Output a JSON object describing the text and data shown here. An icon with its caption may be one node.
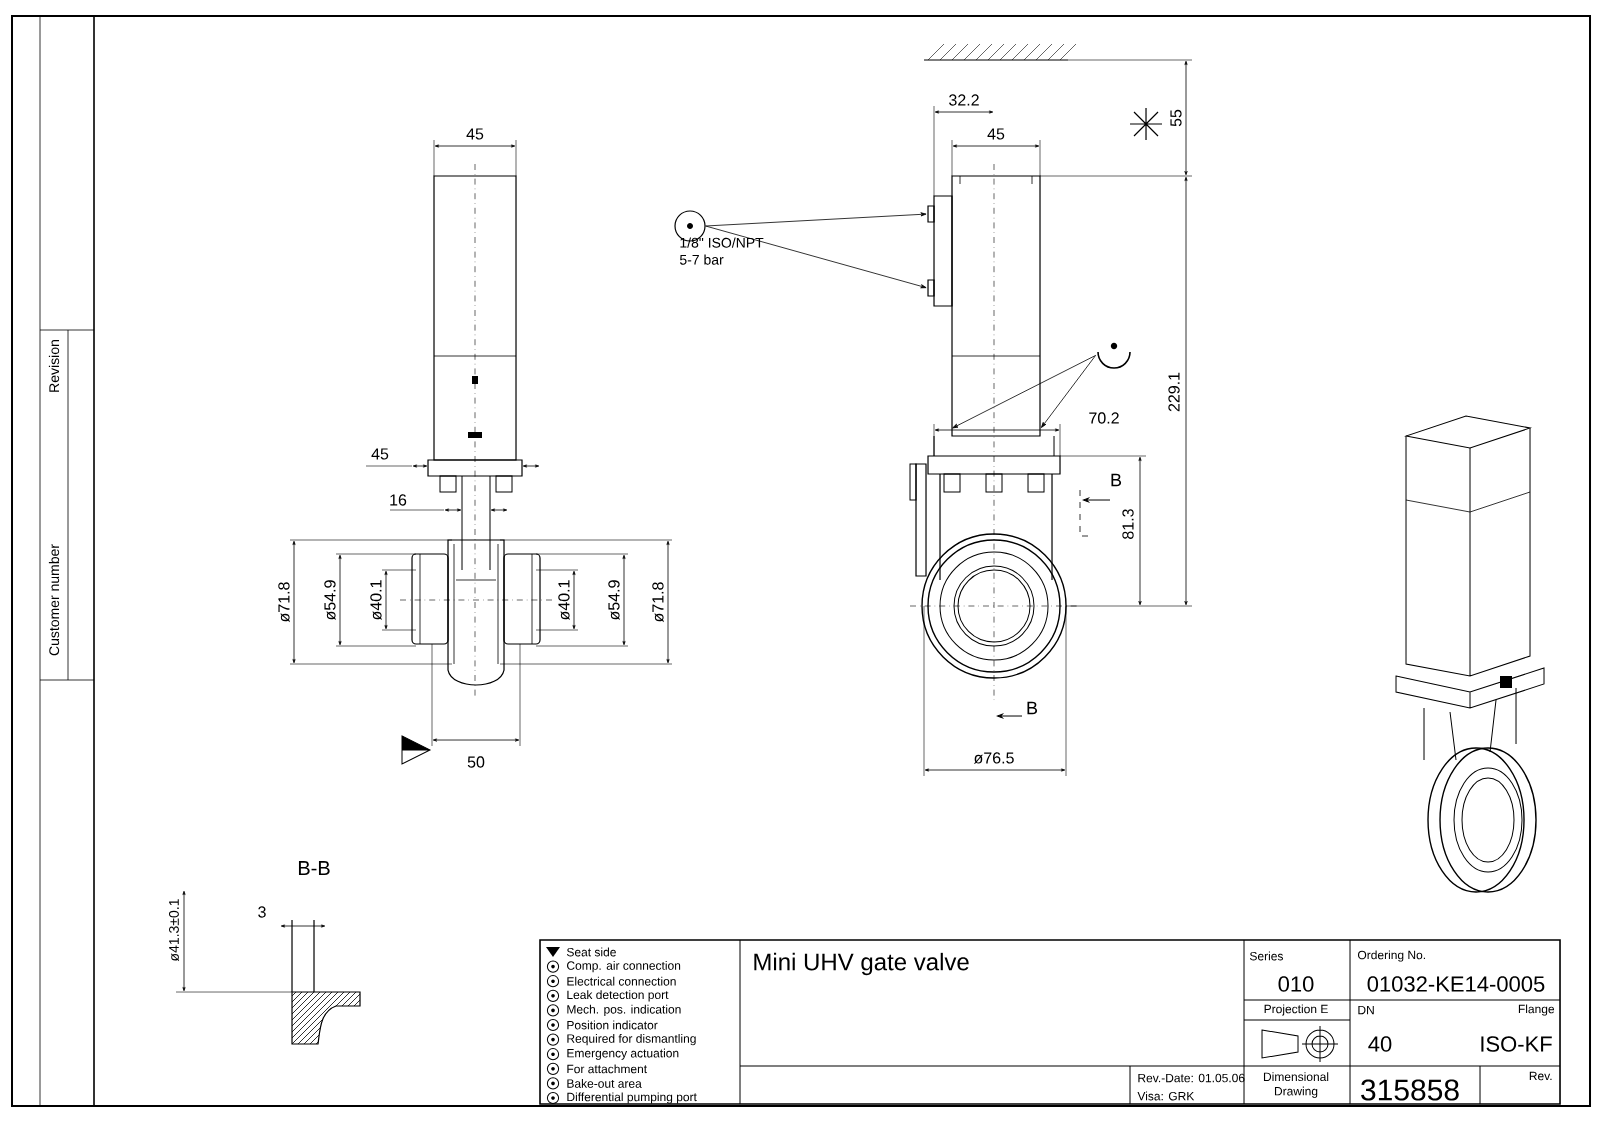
{
  "diagram": {
    "title": "Mini UHV gate valve",
    "nodes": [
      {
        "text": [
          "1/8\" ISO/NPT",
          "5-7 bar"
        ]
      },
      {
        "text": [],
        "shape": "picture"
      },
      {
        "text": [],
        "shape": "box"
      },
      {
        "text": [],
        "shape": "box"
      },
      {
        "text": [],
        "shape": "box"
      }
    ],
    "edges": [
      {
        "from": 0,
        "to": 2,
        "arrow": "to"
      },
      {
        "from": 0,
        "to": 3,
        "arrow": "to"
      },
      {
        "from": 1,
        "to": 4,
        "arrow": "to"
      },
      {
        "from": 1,
        "to": 4,
        "arrow": "to"
      }
    ],
    "labels": [
      "Revision",
      "Customer number",
      "45",
      "45",
      "16",
      "ø71.8",
      "ø54.9",
      "ø40.1",
      "ø40.1",
      "ø54.9",
      "ø71.8",
      "50",
      "32.2",
      "45",
      "55",
      "229.1",
      "70.2",
      "81.3",
      "B",
      "B",
      "ø76.5",
      "B-B",
      "3",
      "ø41.3±0.1",
      "Series",
      "010",
      "Ordering No.",
      "01032-KE14-0005",
      "Projection E",
      "DN",
      "Flange",
      "40",
      "ISO-KF",
      "Rev.-Date: 01.05.06",
      "Visa: GRK",
      "Dimensional Drawing",
      "315858",
      "Rev."
    ],
    "legend": [
      {
        "text": "Seat side"
      },
      {
        "text": "Comp. air connection"
      },
      {
        "text": "Electrical connection"
      },
      {
        "text": "Leak detection port"
      },
      {
        "text": "Mech. pos. indication"
      },
      {
        "text": "Position indicator"
      },
      {
        "text": "Required for dismantling"
      },
      {
        "text": "Emergency actuation"
      },
      {
        "text": "For attachment"
      },
      {
        "text": "Bake-out area"
      },
      {
        "text": "Differential pumping port"
      }
    ]
  }
}
